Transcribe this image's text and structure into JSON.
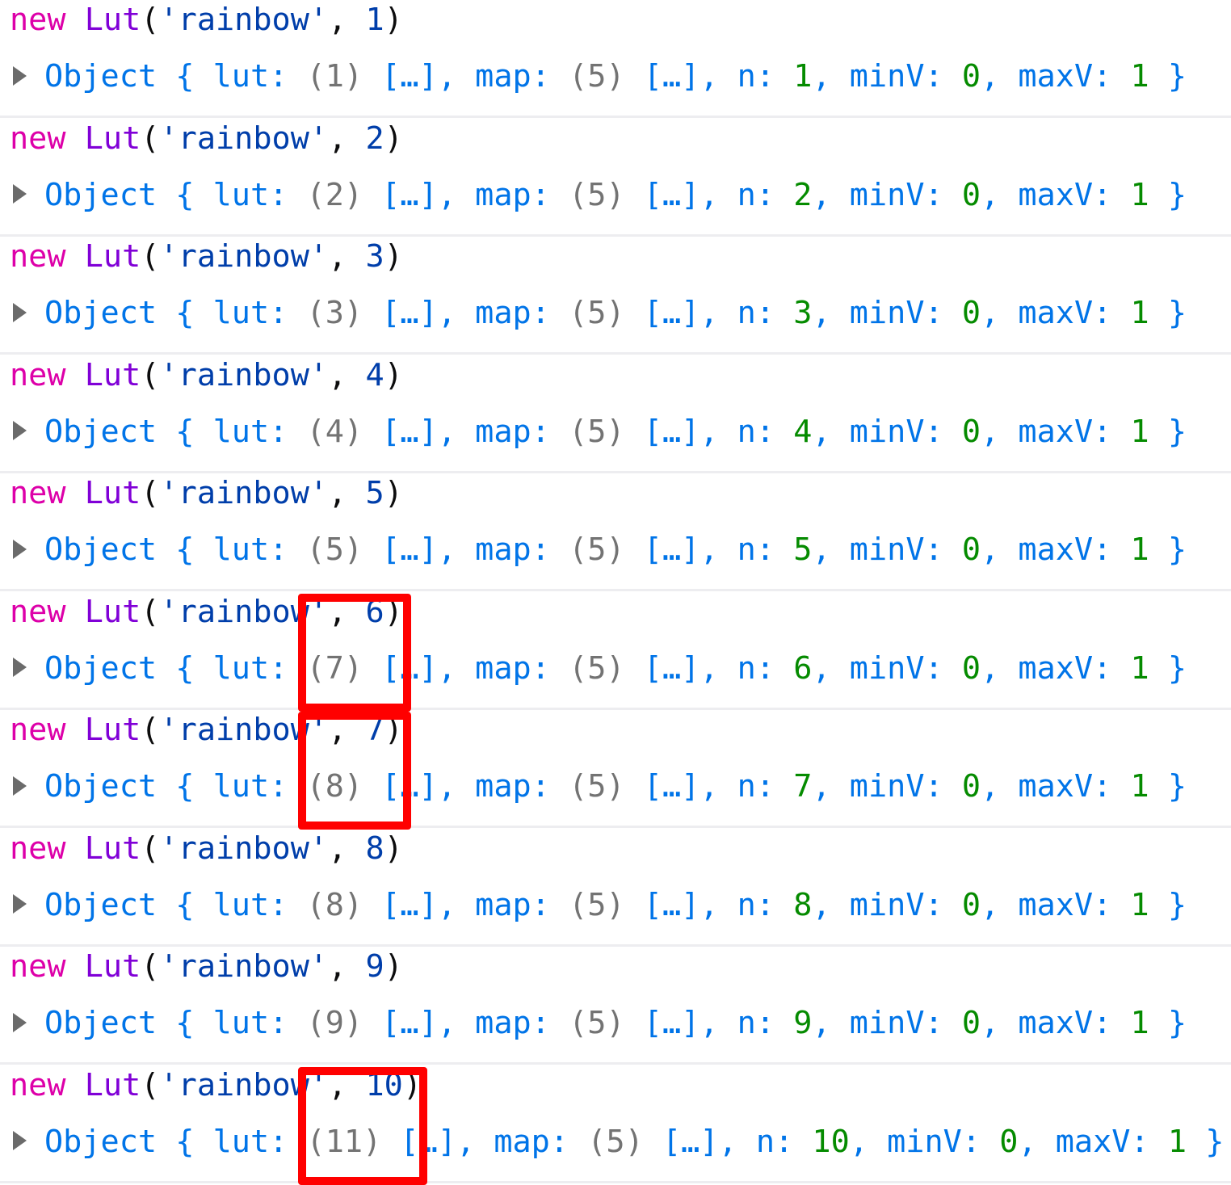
{
  "console": {
    "entries": [
      {
        "input": {
          "keyword": "new",
          "class": "Lut",
          "arg_string": "'rainbow'",
          "arg_n": "1"
        },
        "output": {
          "label": "Object",
          "lut_len": "(1)",
          "map_len": "(5)",
          "n": "1",
          "minV": "0",
          "maxV": "1"
        }
      },
      {
        "input": {
          "keyword": "new",
          "class": "Lut",
          "arg_string": "'rainbow'",
          "arg_n": "2"
        },
        "output": {
          "label": "Object",
          "lut_len": "(2)",
          "map_len": "(5)",
          "n": "2",
          "minV": "0",
          "maxV": "1"
        }
      },
      {
        "input": {
          "keyword": "new",
          "class": "Lut",
          "arg_string": "'rainbow'",
          "arg_n": "3"
        },
        "output": {
          "label": "Object",
          "lut_len": "(3)",
          "map_len": "(5)",
          "n": "3",
          "minV": "0",
          "maxV": "1"
        }
      },
      {
        "input": {
          "keyword": "new",
          "class": "Lut",
          "arg_string": "'rainbow'",
          "arg_n": "4"
        },
        "output": {
          "label": "Object",
          "lut_len": "(4)",
          "map_len": "(5)",
          "n": "4",
          "minV": "0",
          "maxV": "1"
        }
      },
      {
        "input": {
          "keyword": "new",
          "class": "Lut",
          "arg_string": "'rainbow'",
          "arg_n": "5"
        },
        "output": {
          "label": "Object",
          "lut_len": "(5)",
          "map_len": "(5)",
          "n": "5",
          "minV": "0",
          "maxV": "1"
        }
      },
      {
        "input": {
          "keyword": "new",
          "class": "Lut",
          "arg_string": "'rainbow'",
          "arg_n": "6"
        },
        "output": {
          "label": "Object",
          "lut_len": "(7)",
          "map_len": "(5)",
          "n": "6",
          "minV": "0",
          "maxV": "1"
        }
      },
      {
        "input": {
          "keyword": "new",
          "class": "Lut",
          "arg_string": "'rainbow'",
          "arg_n": "7"
        },
        "output": {
          "label": "Object",
          "lut_len": "(8)",
          "map_len": "(5)",
          "n": "7",
          "minV": "0",
          "maxV": "1"
        }
      },
      {
        "input": {
          "keyword": "new",
          "class": "Lut",
          "arg_string": "'rainbow'",
          "arg_n": "8"
        },
        "output": {
          "label": "Object",
          "lut_len": "(8)",
          "map_len": "(5)",
          "n": "8",
          "minV": "0",
          "maxV": "1"
        }
      },
      {
        "input": {
          "keyword": "new",
          "class": "Lut",
          "arg_string": "'rainbow'",
          "arg_n": "9"
        },
        "output": {
          "label": "Object",
          "lut_len": "(9)",
          "map_len": "(5)",
          "n": "9",
          "minV": "0",
          "maxV": "1"
        }
      },
      {
        "input": {
          "keyword": "new",
          "class": "Lut",
          "arg_string": "'rainbow'",
          "arg_n": "10"
        },
        "output": {
          "label": "Object",
          "lut_len": "(11)",
          "map_len": "(5)",
          "n": "10",
          "minV": "0",
          "maxV": "1"
        }
      }
    ],
    "tokens": {
      "open_paren": "(",
      "comma": ", ",
      "close_paren": ")",
      "brace_open": " { ",
      "lut_key": "lut: ",
      "ellipsis_array": " […]",
      "map_key": ", map: ",
      "n_key": ", n: ",
      "minV_key": ", minV: ",
      "maxV_key": ", maxV: ",
      "brace_close": " }"
    }
  },
  "highlights": [
    {
      "entry": 6,
      "color": "#ff0000"
    },
    {
      "entry": 7,
      "color": "#ff0000"
    },
    {
      "entry": 10,
      "color": "#ff0000"
    }
  ]
}
